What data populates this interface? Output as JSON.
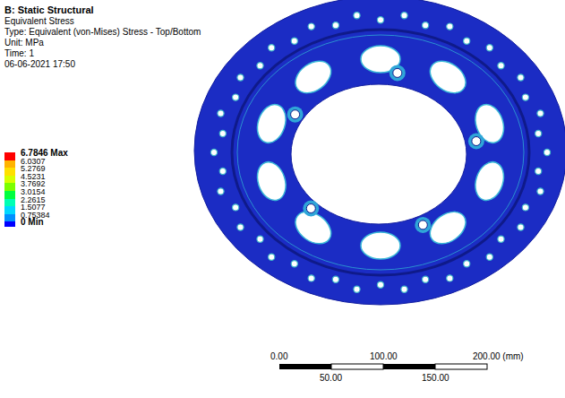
{
  "diagram": {
    "title": "B: Static Structural",
    "labels": [
      "Equivalent Stress",
      "Type: Equivalent (von-Mises) Stress - Top/Bottom",
      "Unit: MPa",
      "Time: 1",
      "06-06-2021 17:50",
      "0.00",
      "100.00",
      "200.00 (mm)",
      "50.00",
      "150.00"
    ],
    "legend": [
      {
        "text": "6.7846 Max",
        "color": "#ff0000"
      },
      {
        "text": "6.0307",
        "color": "#ffb400"
      },
      {
        "text": "5.2769",
        "color": "#ffe000"
      },
      {
        "text": "4.5231",
        "color": "#d8ff00"
      },
      {
        "text": "3.7692",
        "color": "#7cff00"
      },
      {
        "text": "3.0154",
        "color": "#00ff40"
      },
      {
        "text": "2.2615",
        "color": "#00ffb4"
      },
      {
        "text": "1.5077",
        "color": "#00d8ff"
      },
      {
        "text": "0.75384",
        "color": "#0090ff"
      },
      {
        "text": "0 Min",
        "color": "#0000ff"
      }
    ]
  }
}
